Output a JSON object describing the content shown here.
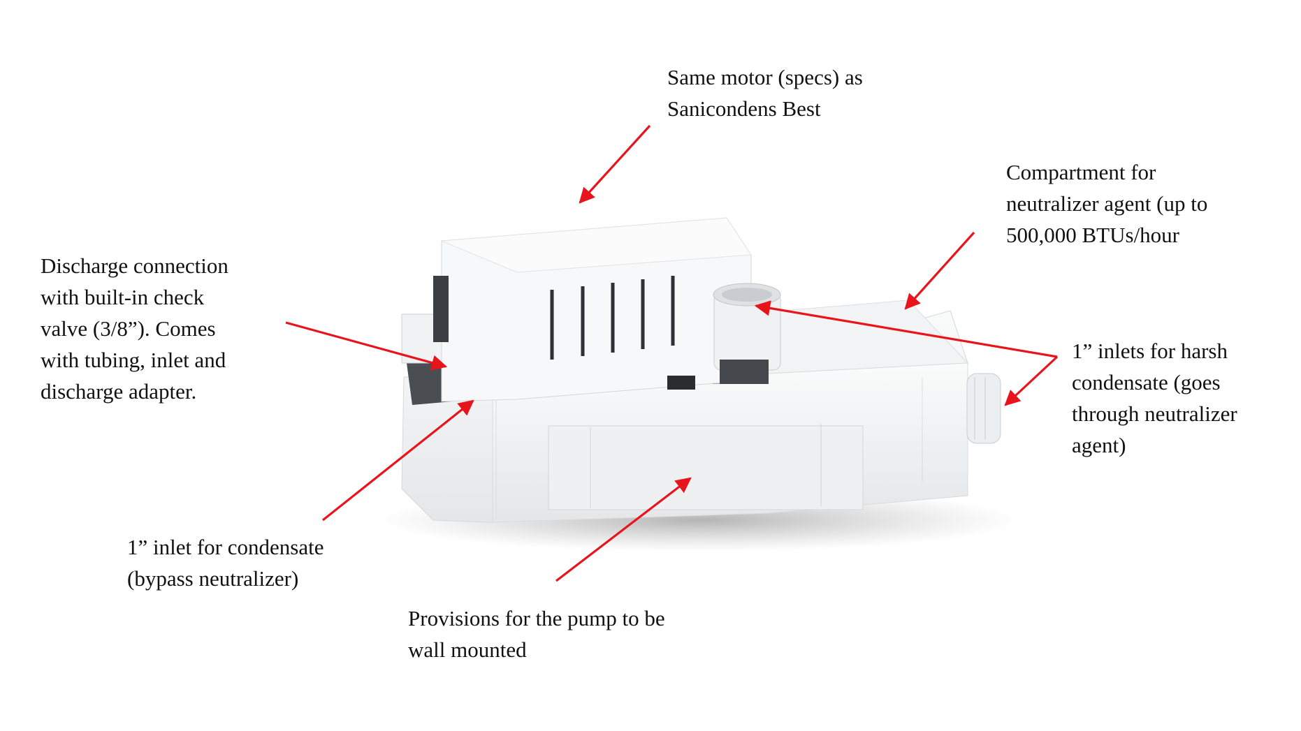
{
  "colors": {
    "arrow": "#e8141c",
    "text": "#111111",
    "body": "#f4f5f6"
  },
  "callouts": {
    "motor": [
      "Same motor (specs) as",
      "Sanicondens Best"
    ],
    "compartment": [
      "Compartment for",
      "neutralizer agent (up to",
      "500,000 BTUs/hour"
    ],
    "discharge": [
      "Discharge connection",
      "with built-in check",
      "valve (3/8”).  Comes",
      "with tubing, inlet and",
      "discharge adapter."
    ],
    "harsh_inlets": [
      "1” inlets for harsh",
      "condensate (goes",
      "through neutralizer",
      "agent)"
    ],
    "bypass_inlet": [
      "1” inlet for condensate",
      "(bypass neutralizer)"
    ],
    "wall_mount": [
      "Provisions for the pump to be",
      "wall mounted"
    ]
  }
}
